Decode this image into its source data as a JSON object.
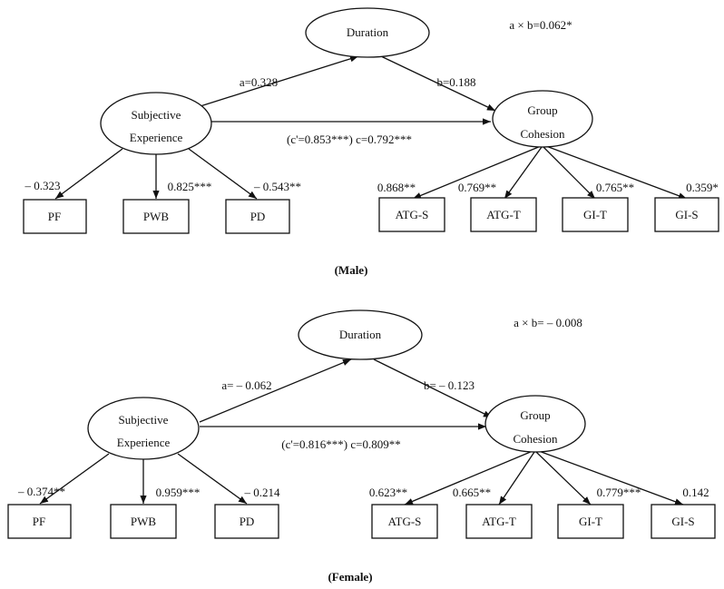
{
  "male": {
    "caption": "(Male)",
    "indirect_effect": "a × b=0.062*",
    "nodes": {
      "duration": "Duration",
      "subjective_l1": "Subjective",
      "subjective_l2": "Experience",
      "cohesion_l1": "Group",
      "cohesion_l2": "Cohesion",
      "pf": "PF",
      "pwb": "PWB",
      "pd": "PD",
      "atgs": "ATG-S",
      "atgt": "ATG-T",
      "git": "GI-T",
      "gis": "GI-S"
    },
    "paths": {
      "a": "a=0.328",
      "b": "b=0.188",
      "c": "(c'=0.853***) c=0.792***"
    },
    "loadings": {
      "pf": "– 0.323",
      "pwb": "0.825***",
      "pd": "– 0.543**",
      "atgs": "0.868**",
      "atgt": "0.769**",
      "git": "0.765**",
      "gis": "0.359*"
    }
  },
  "female": {
    "caption": "(Female)",
    "indirect_effect": "a × b= – 0.008",
    "nodes": {
      "duration": "Duration",
      "subjective_l1": "Subjective",
      "subjective_l2": "Experience",
      "cohesion_l1": "Group",
      "cohesion_l2": "Cohesion",
      "pf": "PF",
      "pwb": "PWB",
      "pd": "PD",
      "atgs": "ATG-S",
      "atgt": "ATG-T",
      "git": "GI-T",
      "gis": "GI-S"
    },
    "paths": {
      "a": "a= – 0.062",
      "b": "b= – 0.123",
      "c": "(c'=0.816***) c=0.809**"
    },
    "loadings": {
      "pf": "– 0.374**",
      "pwb": "0.959***",
      "pd": "– 0.214",
      "atgs": "0.623**",
      "atgt": "0.665**",
      "git": "0.779***",
      "gis": "0.142"
    }
  }
}
